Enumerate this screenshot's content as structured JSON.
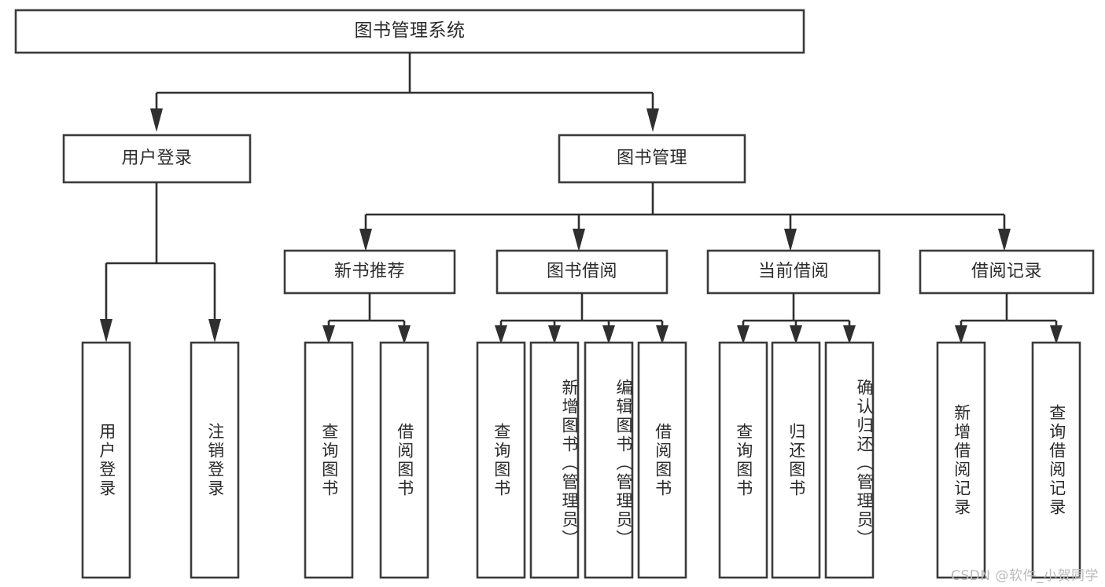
{
  "diagram": {
    "title": "图书管理系统",
    "watermark": "CSDN @软件_小贺同学",
    "root": {
      "label": "图书管理系统"
    },
    "level2": [
      {
        "label": "用户登录"
      },
      {
        "label": "图书管理"
      }
    ],
    "level3": [
      {
        "label": "新书推荐"
      },
      {
        "label": "图书借阅"
      },
      {
        "label": "当前借阅"
      },
      {
        "label": "借阅记录"
      }
    ],
    "leaves": {
      "user_login": [
        {
          "label": "用户登录"
        },
        {
          "label": "注销登录"
        }
      ],
      "new_book_recommend": [
        {
          "label": "查询图书"
        },
        {
          "label": "借阅图书"
        }
      ],
      "book_borrow": [
        {
          "label": "查询图书"
        },
        {
          "label": "新增图书（管理员）"
        },
        {
          "label": "编辑图书（管理员）"
        },
        {
          "label": "借阅图书"
        }
      ],
      "current_borrow": [
        {
          "label": "查询图书"
        },
        {
          "label": "归还图书"
        },
        {
          "label": "确认归还（管理员）"
        }
      ],
      "borrow_record": [
        {
          "label": "新增借阅记录"
        },
        {
          "label": "查询借阅记录"
        }
      ]
    },
    "colors": {
      "box_stroke": "#3b3b3b",
      "connector": "#2f2f2f",
      "text": "#2b2b2b",
      "background": "#ffffff",
      "watermark": "#b9b9b9"
    }
  }
}
